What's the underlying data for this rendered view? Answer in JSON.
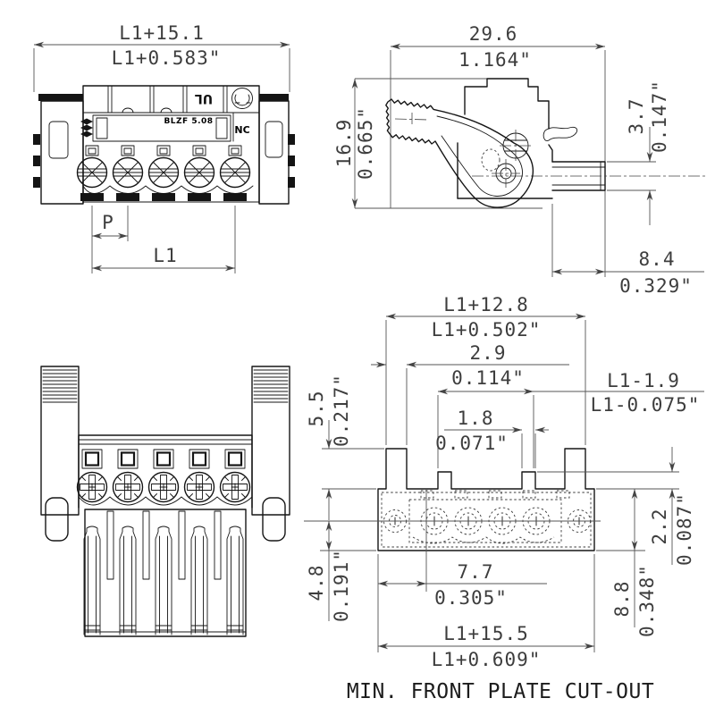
{
  "caption": "MIN. FRONT PLATE CUT-OUT",
  "views": {
    "front": {
      "overall_mm": "L1+15.1",
      "overall_in": "L1+0.583\"",
      "pitch_label": "P",
      "length_label": "L1",
      "marking_product": "BLZF 5.08",
      "marking_nc": "NC",
      "logo_ul": "UL"
    },
    "side": {
      "depth_mm": "29.6",
      "depth_in": "1.164\"",
      "height_mm": "16.9",
      "height_in": "0.665\"",
      "pin_mm": "3.7",
      "pin_in": "0.147\"",
      "pinlen_mm": "8.4",
      "pinlen_in": "0.329\""
    },
    "cutout": {
      "width_mm": "L1+12.8",
      "width_in": "L1+0.502\"",
      "tab_mm": "2.9",
      "tab_in": "0.114\"",
      "inner_mm": "L1-1.9",
      "inner_in": "L1-0.075\"",
      "slot_mm": "1.8",
      "slot_in": "0.071\"",
      "tabh_mm": "5.5",
      "tabh_in": "0.217\"",
      "edge_mm": "4.8",
      "edge_in": "0.191\"",
      "bump_mm": "2.2",
      "bump_in": "0.087\"",
      "height_mm": "8.8",
      "height_in": "0.348\"",
      "offset_mm": "7.7",
      "offset_in": "0.305\"",
      "total_mm": "L1+15.5",
      "total_in": "L1+0.609\""
    }
  }
}
